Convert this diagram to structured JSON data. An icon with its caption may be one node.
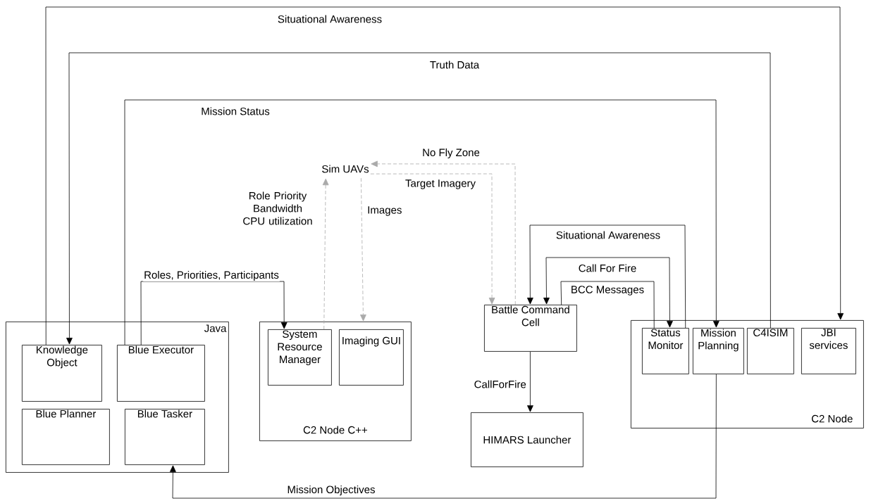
{
  "diagram": {
    "nodes": [
      {
        "text": [
          "Sim UAVs"
        ]
      },
      {
        "text": [
          "Battle Command Cell"
        ]
      },
      {
        "text": [
          "Java"
        ]
      },
      {
        "text": [
          "Knowledge Object"
        ],
        "in": 2
      },
      {
        "text": [
          "Blue Executor"
        ],
        "in": 2
      },
      {
        "text": [
          "Blue Planner"
        ],
        "in": 2
      },
      {
        "text": [
          "Blue Tasker"
        ],
        "in": 2
      },
      {
        "text": [
          "C2 Node C++"
        ]
      },
      {
        "text": [
          "System Resource Manager"
        ],
        "in": 7
      },
      {
        "text": [
          "Imaging GUI"
        ],
        "in": 7
      },
      {
        "text": [
          "C2 Node"
        ]
      },
      {
        "text": [
          "Status Monitor"
        ],
        "in": 10
      },
      {
        "text": [
          "Mission Planning"
        ],
        "in": 10
      },
      {
        "text": [
          "C4ISIM"
        ],
        "in": 10
      },
      {
        "text": [
          "JBI services"
        ],
        "in": 10
      },
      {
        "text": [
          "HIMARS Launcher"
        ]
      }
    ],
    "edges": [
      {
        "from": 3,
        "to": 10,
        "arrow": "to",
        "label": "Situational Awareness"
      },
      {
        "from": 13,
        "to": 3,
        "arrow": "to",
        "label": "Truth Data"
      },
      {
        "from": 4,
        "to": 12,
        "arrow": "to",
        "label": "Mission Status"
      },
      {
        "from": 8,
        "to": 0,
        "arrow": "to",
        "label": "Role Priority Bandwidth CPU utilization",
        "style": "dashed",
        "color": "#aaaaaa"
      },
      {
        "from": 1,
        "to": 0,
        "arrow": "to",
        "label": "No Fly Zone",
        "style": "dashed",
        "color": "#aaaaaa"
      },
      {
        "from": 0,
        "to": 1,
        "arrow": "to",
        "label": "Target Imagery",
        "style": "dashed",
        "color": "#aaaaaa"
      },
      {
        "from": 0,
        "to": 7,
        "arrow": "to",
        "label": "Images",
        "style": "dashed",
        "color": "#aaaaaa"
      },
      {
        "from": 4,
        "to": 8,
        "arrow": "to",
        "label": "Roles, Priorities, Participants"
      },
      {
        "from": 11,
        "to": 1,
        "arrow": "to",
        "label": "Situational Awareness"
      },
      {
        "from": 1,
        "to": 11,
        "arrow": "both",
        "label": "Call For Fire"
      },
      {
        "from": 1,
        "to": 11,
        "arrow": "none",
        "label": "BCC Messages"
      },
      {
        "from": 1,
        "to": 15,
        "arrow": "to",
        "label": "CallForFire"
      },
      {
        "from": 12,
        "to": 6,
        "arrow": "to",
        "label": "Mission Objectives"
      }
    ]
  }
}
